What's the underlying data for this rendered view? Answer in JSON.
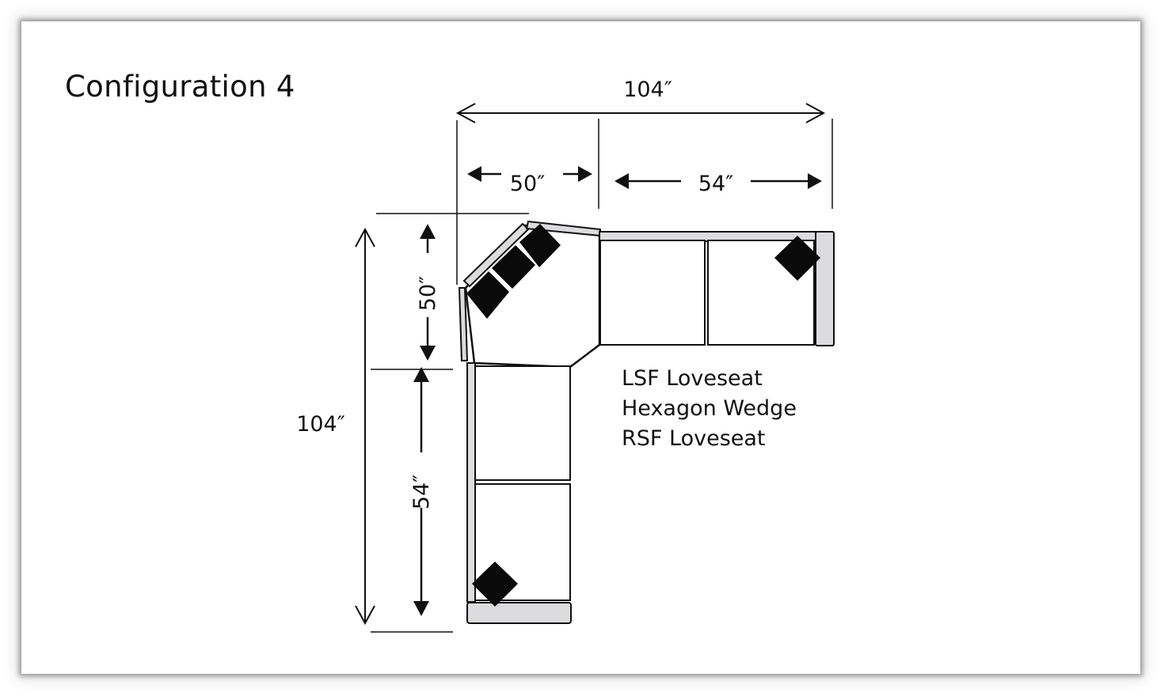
{
  "title": "Configuration 4",
  "dimensions": {
    "top_total": "104″",
    "top_left": "50″",
    "top_right": "54″",
    "side_total": "104″",
    "side_upper": "50″",
    "side_lower": "54″"
  },
  "pieces": [
    "LSF Loveseat",
    "Hexagon Wedge",
    "RSF Loveseat"
  ],
  "colors": {
    "line": "#111111",
    "arm_fill": "#dcdcde",
    "pillow": "#0a0a0a",
    "seat": "#ffffff"
  }
}
